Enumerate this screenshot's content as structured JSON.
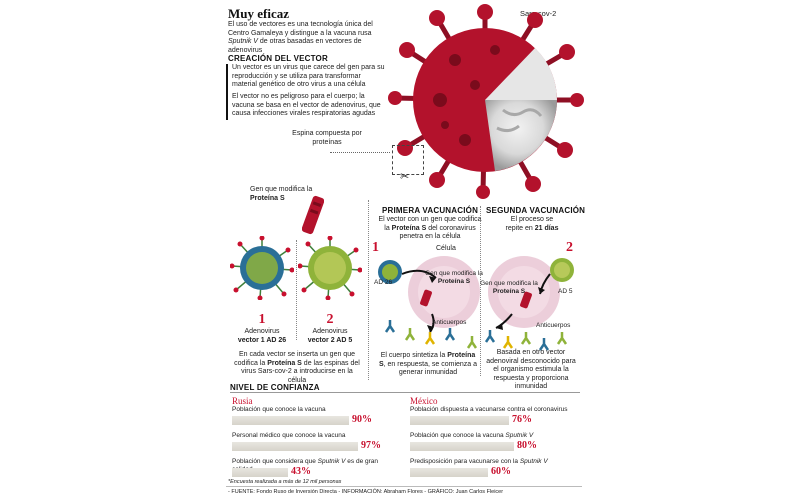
{
  "title": "Muy eficaz",
  "intro": {
    "pre": "El uso de vectores es una tecnología única del Centro Gamaleya y distingue a la vacuna rusa ",
    "em": "Sputnik V",
    "post": " de otras basadas en vectores de adenovirus"
  },
  "virus_label": "Sars-cov-2",
  "creation": {
    "heading": "CREACIÓN DEL VECTOR",
    "p1": "Un vector es un virus que carece del gen para su reproducción y se utiliza para transformar material genético de otro virus a una célula",
    "p2": "El vector no es peligroso para el cuerpo; la vacuna se basa en el vector de adenovirus, que causa infecciones virales respiratorias agudas"
  },
  "spike_label": "Espina compuesta por proteínas",
  "gene_label": {
    "pre": "Gen que modifica la ",
    "strong": "Proteína S"
  },
  "vectors": [
    {
      "num": "1",
      "name": "Adenovirus",
      "code": "vector 1 AD 26"
    },
    {
      "num": "2",
      "name": "Adenovirus",
      "code": "vector 2 AD 5"
    }
  ],
  "vector_caption": {
    "pre": "En cada vector se inserta un gen que codifica la ",
    "strong": "Proteína S",
    "post": " de las espinas del virus Sars-cov-2 a introducirse en la célula"
  },
  "first": {
    "heading": "PRIMERA VACUNACIÓN",
    "desc_pre": "El vector con un gen que codifica la ",
    "desc_strong": "Proteína S",
    "desc_post": " del coronavirus penetra en la célula",
    "num": "1",
    "cell_label": "Célula",
    "ad_label": "AD 26",
    "gene_pre": "Gen que modifica la ",
    "gene_strong": "Proteína S",
    "antibodies": "Anticuerpos",
    "result_pre": "El cuerpo sintetiza la ",
    "result_strong": "Proteína S",
    "result_post": ", en respuesta, se comienza a generar inmunidad"
  },
  "second": {
    "heading": "SEGUNDA VACUNACIÓN",
    "desc_pre": "El proceso se repite en ",
    "desc_strong": "21 días",
    "num": "2",
    "ad_label": "AD 5",
    "gene_pre": "Gen que modifica la ",
    "gene_strong": "Proteína S",
    "antibodies": "Anticuerpos",
    "result": "Basada en otro vector adenoviral desconocido para el organismo estimula la respuesta y proporciona inmunidad"
  },
  "confidence": {
    "heading": "NIVEL DE CONFIANZA",
    "russia": {
      "country": "Rusia",
      "items": [
        {
          "label_pre": "Población que conoce la vacuna",
          "label_em": "",
          "label_post": "",
          "value": "90%",
          "pct": 90
        },
        {
          "label_pre": "Personal médico que conoce la vacuna",
          "label_em": "",
          "label_post": "",
          "value": "97%",
          "pct": 97
        },
        {
          "label_pre": "Población que considera que ",
          "label_em": "Sputnik V",
          "label_post": " es de gran calidad",
          "value": "43%",
          "pct": 43
        }
      ]
    },
    "mexico": {
      "country": "México",
      "items": [
        {
          "label_pre": "Población dispuesta a vacunarse contra el coronavirus",
          "label_em": "",
          "label_post": "",
          "value": "76%",
          "pct": 76
        },
        {
          "label_pre": "Población que conoce la vacuna ",
          "label_em": "Sputnik V",
          "label_post": "",
          "value": "80%",
          "pct": 80
        },
        {
          "label_pre": "Predisposición para vacunarse con la ",
          "label_em": "Sputnik V",
          "label_post": "",
          "value": "60%",
          "pct": 60
        }
      ]
    }
  },
  "footnote": "*Encuesta realizada a más de 12 mil personas",
  "source": "- FUENTE: Fondo Ruso de Inversión Directa - INFORMACIÓN: Abraham Flores - GRÁFICO: Juan Carlos Fleicer",
  "colors": {
    "accent": "#c8102e",
    "virus": "#b3122c",
    "adeno_blue": "#2a6f97",
    "adeno_green": "#8fb33a",
    "cell": "#e9c6d3"
  }
}
